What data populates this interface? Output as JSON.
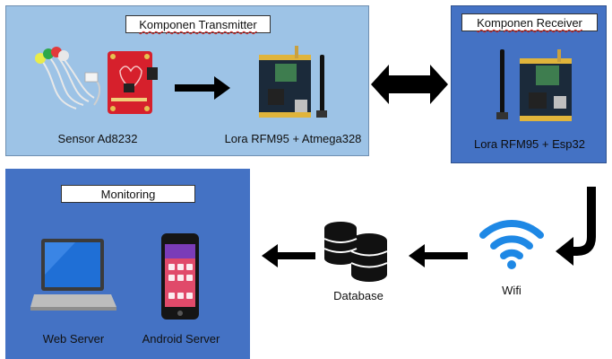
{
  "transmitter": {
    "title": "Komponen Transmitter",
    "sensor_label": "Sensor Ad8232",
    "lora_label": "Lora RFM95 + Atmega328"
  },
  "receiver": {
    "title": "Komponen Receiver",
    "lora_label": "Lora RFM95 + Esp32"
  },
  "monitoring": {
    "title": "Monitoring",
    "web_label": "Web Server",
    "android_label": "Android Server"
  },
  "database_label": "Database",
  "wifi_label": "Wifi",
  "colors": {
    "transmitter_bg": "#9dc3e6",
    "receiver_bg": "#4472c4",
    "monitoring_bg": "#4472c4",
    "wifi_icon": "#1e88e5",
    "arrow": "#000000"
  }
}
